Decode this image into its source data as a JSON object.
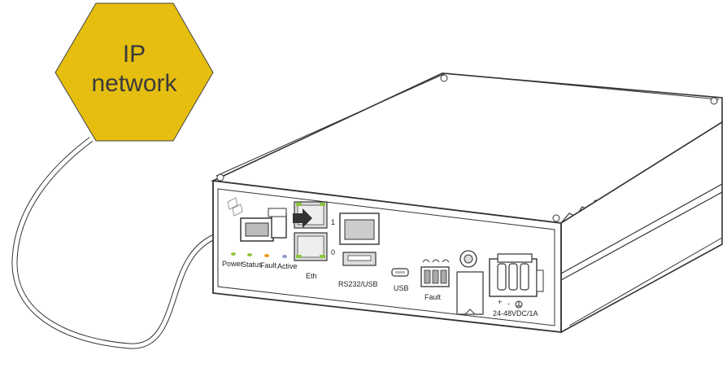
{
  "hexagon": {
    "line1": "IP",
    "line2": "network",
    "color": "#E6BE10"
  },
  "device": {
    "led_labels": [
      "Power",
      "Status",
      "Fault",
      "Active"
    ],
    "led_colors": [
      "#8DC63F",
      "#8DC63F",
      "#F7941D",
      "#8E9BD0"
    ],
    "port_numbers": [
      "1",
      "0"
    ],
    "eth_label": "Eth",
    "rs232_usb_label": "RS232/USB",
    "usb_label": "USB",
    "fault_label": "Fault",
    "power_label": "24-48VDC/1A",
    "polarity": [
      "+",
      "-"
    ],
    "port_led_color": "#8DC63F"
  }
}
